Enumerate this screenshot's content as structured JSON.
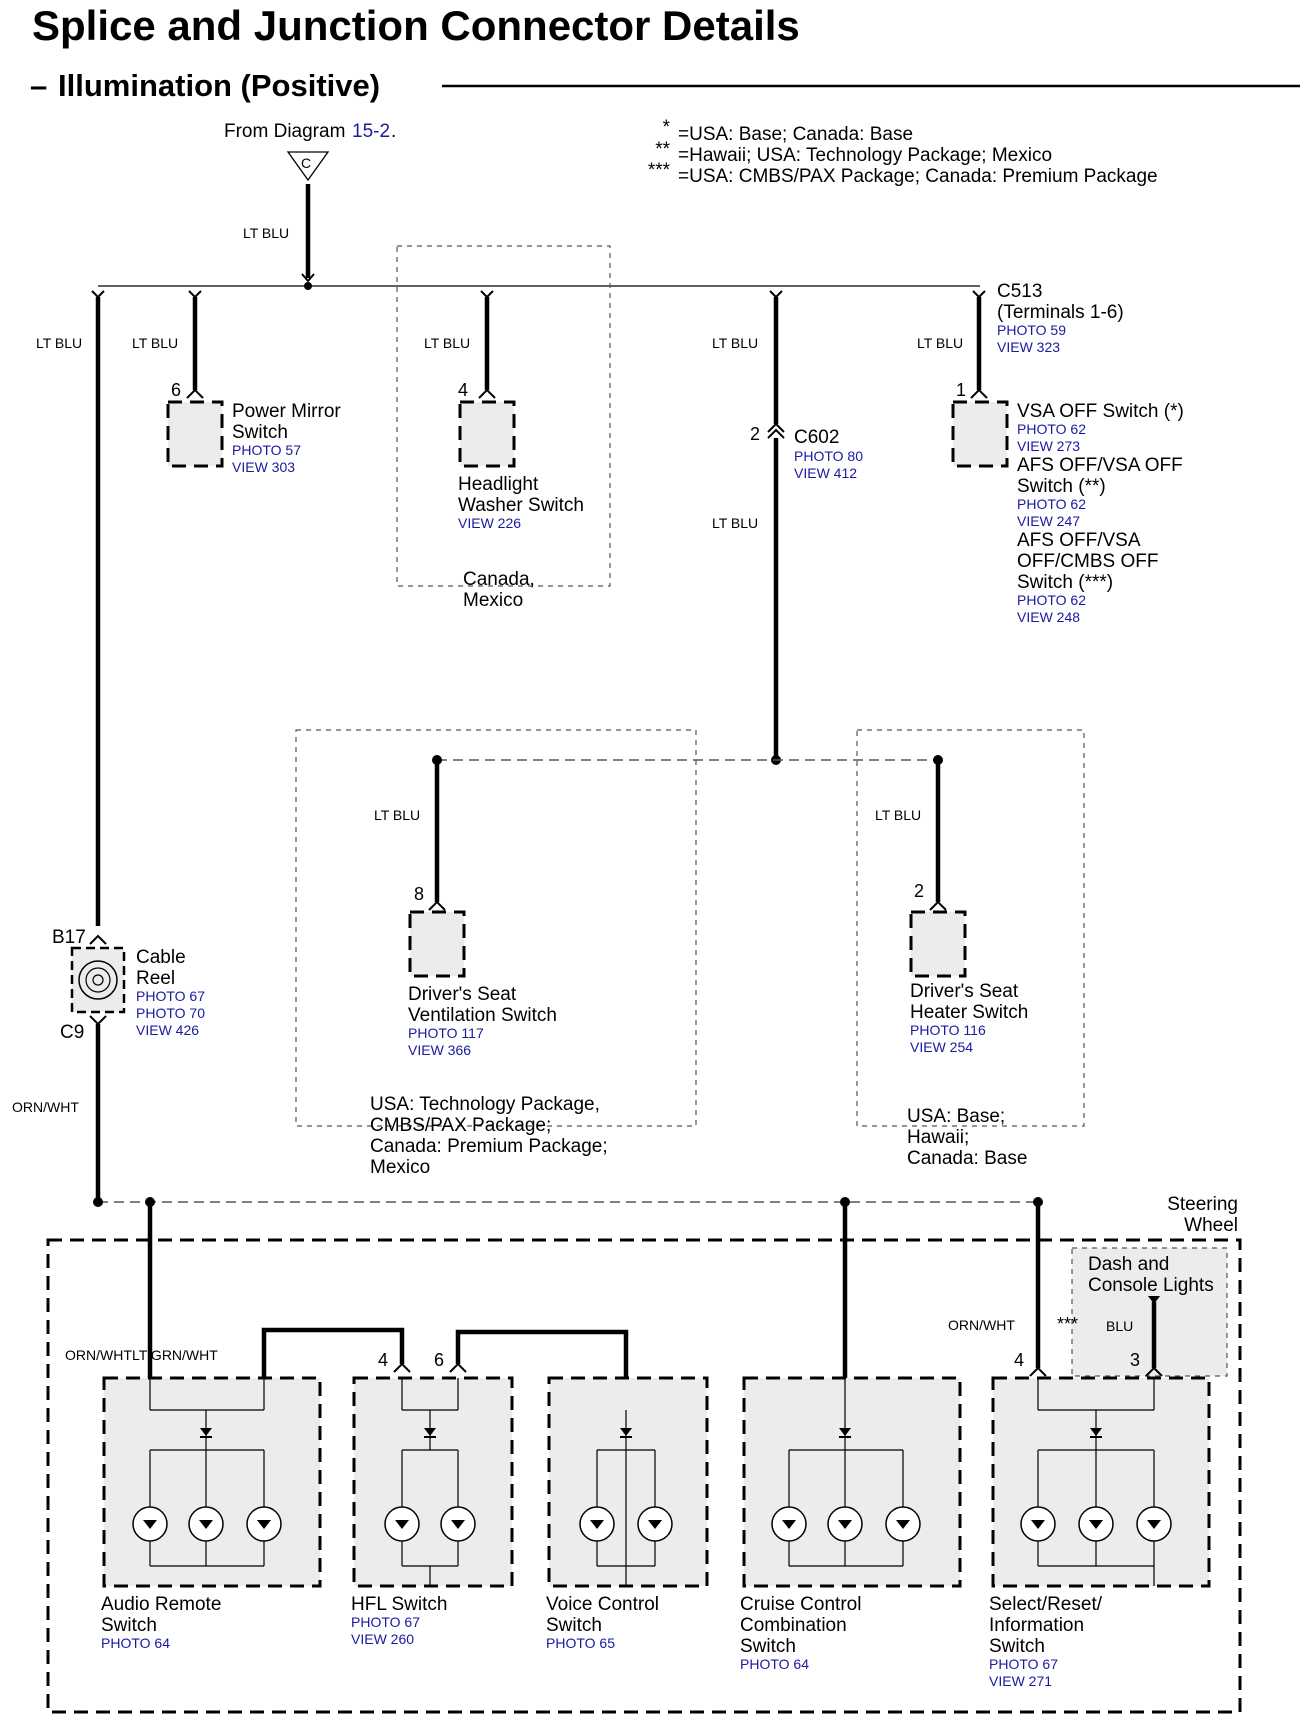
{
  "title": "Splice and Junction Connector Details",
  "subtitle": "Illumination (Positive)",
  "source": {
    "from_label": "From Diagram",
    "diagram_ref": "15-2",
    "period": ".",
    "connector": "C"
  },
  "legend": [
    {
      "mark": "*",
      "text": "=USA: Base; Canada: Base"
    },
    {
      "mark": "**",
      "text": "=Hawaii; USA: Technology Package; Mexico"
    },
    {
      "mark": "***",
      "text": "=USA: CMBS/PAX Package; Canada: Premium Package"
    }
  ],
  "wire_colors": {
    "lt_blu": "LT BLU",
    "orn_wht": "ORN/WHT",
    "blu": "BLU",
    "grn_wht": "LT GRN/WHT"
  },
  "components": {
    "power_mirror": {
      "pin": "6",
      "name_lines": [
        "Power Mirror",
        "Switch"
      ],
      "refs": [
        "PHOTO 57",
        "VIEW 303"
      ]
    },
    "headlight_washer": {
      "pin": "4",
      "name_lines": [
        "Headlight",
        "Washer Switch"
      ],
      "refs": [
        "VIEW 226"
      ],
      "option_lines": [
        "Canada,",
        "Mexico"
      ]
    },
    "c602": {
      "pin": "2",
      "name": "C602",
      "refs": [
        "PHOTO 80",
        "VIEW 412"
      ]
    },
    "c513": {
      "name": "C513",
      "terminals": "(Terminals 1-6)",
      "refs": [
        "PHOTO 59",
        "VIEW 323"
      ]
    },
    "vsa_switch": {
      "pin": "1",
      "variants": [
        {
          "name_lines": [
            "VSA OFF Switch (*)"
          ],
          "refs": [
            "PHOTO 62",
            "VIEW 273"
          ]
        },
        {
          "name_lines": [
            "AFS OFF/VSA OFF",
            "Switch (**)"
          ],
          "refs": [
            "PHOTO 62",
            "VIEW 247"
          ]
        },
        {
          "name_lines": [
            "AFS OFF/VSA",
            "OFF/CMBS OFF",
            "Switch (***)"
          ],
          "refs": [
            "PHOTO 62",
            "VIEW 248"
          ]
        }
      ]
    },
    "seat_vent": {
      "pin": "8",
      "name_lines": [
        "Driver's Seat",
        "Ventilation Switch"
      ],
      "refs": [
        "PHOTO 117",
        "VIEW 366"
      ],
      "option_lines": [
        "USA: Technology Package,",
        "CMBS/PAX Package;",
        "Canada: Premium Package;",
        "Mexico"
      ]
    },
    "seat_heater": {
      "pin": "2",
      "name_lines": [
        "Driver's Seat",
        "Heater Switch"
      ],
      "refs": [
        "PHOTO 116",
        "VIEW 254"
      ],
      "option_lines": [
        "USA: Base;",
        "Hawaii;",
        "Canada: Base"
      ]
    },
    "cable_reel": {
      "pin_top": "B17",
      "pin_bottom": "C9",
      "name_lines": [
        "Cable",
        "Reel"
      ],
      "refs": [
        "PHOTO 67",
        "PHOTO 70",
        "VIEW 426"
      ]
    },
    "steering_wheel": {
      "label_lines": [
        "Steering",
        "Wheel"
      ]
    },
    "dash_lights": {
      "label_lines": [
        "Dash and",
        "Console Lights"
      ],
      "mark": "***",
      "pin": "3"
    },
    "audio_remote": {
      "name_lines": [
        "Audio Remote",
        "Switch"
      ],
      "refs": [
        "PHOTO 64"
      ]
    },
    "hfl_switch": {
      "pins": [
        "4",
        "6"
      ],
      "name_lines": [
        "HFL Switch"
      ],
      "refs": [
        "PHOTO 67",
        "VIEW 260"
      ]
    },
    "voice_control": {
      "name_lines": [
        "Voice Control",
        "Switch"
      ],
      "refs": [
        "PHOTO 65"
      ]
    },
    "cruise_control": {
      "name_lines": [
        "Cruise Control",
        "Combination",
        "Switch"
      ],
      "refs": [
        "PHOTO 64"
      ]
    },
    "select_reset": {
      "pin": "4",
      "name_lines": [
        "Select/Reset/",
        "Information",
        "Switch"
      ],
      "refs": [
        "PHOTO 67",
        "VIEW 271"
      ]
    }
  }
}
